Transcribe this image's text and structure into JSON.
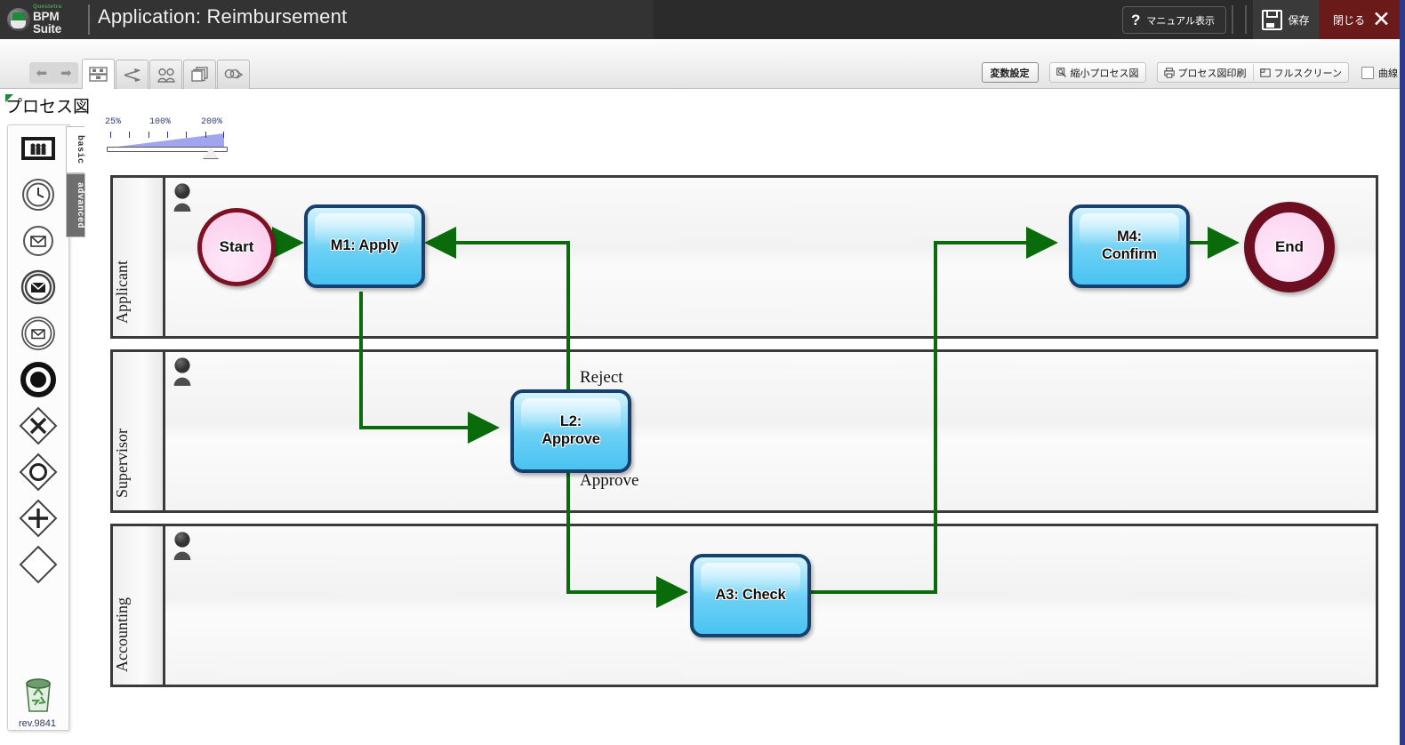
{
  "header": {
    "logo_small": "Questetra",
    "logo_large": "BPM Suite",
    "app_title": "Application: Reimbursement",
    "manual_button": "マニュアル表示",
    "manual_icon": "question-mark-icon",
    "save_button": "保存",
    "save_icon": "floppy-disk-icon",
    "close_button": "閉じる",
    "close_icon": "close-x-icon",
    "bg_color": "#2b2b2b",
    "close_color": "#6b1a1a"
  },
  "toolbar": {
    "undo_icon": "undo-arrow-icon",
    "redo_icon": "redo-arrow-icon",
    "tabs": [
      {
        "icon": "swimlane-process-icon",
        "active": true
      },
      {
        "icon": "branch-flow-icon",
        "active": false
      },
      {
        "icon": "users-group-icon",
        "active": false
      },
      {
        "icon": "copy-layers-icon",
        "active": false
      },
      {
        "icon": "comment-note-icon",
        "active": false
      }
    ],
    "variable_settings": "変数設定",
    "mini_map": "縮小プロセス図",
    "mini_map_icon": "magnifier-icon",
    "print": "プロセス図印刷",
    "print_icon": "printer-icon",
    "fullscreen": "フルスクリーン",
    "fullscreen_icon": "expand-icon",
    "curve_label": "曲線",
    "curve_checked": false
  },
  "panel": {
    "title": "プロセス図"
  },
  "zoom": {
    "ticks": [
      "25%",
      "100%",
      "200%"
    ],
    "value": "200%"
  },
  "palette": {
    "items": [
      {
        "name": "swimlane-pool-icon"
      },
      {
        "name": "timer-event-icon"
      },
      {
        "name": "message-start-event-icon"
      },
      {
        "name": "message-intermediate-event-icon"
      },
      {
        "name": "message-end-event-icon"
      },
      {
        "name": "terminate-end-event-icon"
      },
      {
        "name": "exclusive-gateway-icon"
      },
      {
        "name": "complex-gateway-icon"
      },
      {
        "name": "parallel-gateway-icon"
      },
      {
        "name": "inclusive-gateway-icon"
      }
    ],
    "tabs": [
      {
        "label": "basic",
        "active": true
      },
      {
        "label": "advanced",
        "active": false
      }
    ],
    "trash_icon": "recycle-trash-icon",
    "revision": "rev.9841"
  },
  "diagram": {
    "lanes": [
      {
        "label": "Applicant",
        "actor_icon": "person-icon"
      },
      {
        "label": "Supervisor",
        "actor_icon": "person-icon"
      },
      {
        "label": "Accounting",
        "actor_icon": "person-icon"
      }
    ],
    "nodes": [
      {
        "id": "start",
        "label": "Start",
        "type": "start-event",
        "lane": "Applicant"
      },
      {
        "id": "m1",
        "label": "M1: Apply",
        "type": "task",
        "lane": "Applicant"
      },
      {
        "id": "m4",
        "label": "M4:\nConfirm",
        "line1": "M4:",
        "line2": "Confirm",
        "type": "task",
        "lane": "Applicant"
      },
      {
        "id": "end",
        "label": "End",
        "type": "end-event",
        "lane": "Applicant"
      },
      {
        "id": "l2",
        "label": "L2:\nApprove",
        "line1": "L2:",
        "line2": "Approve",
        "type": "task",
        "lane": "Supervisor"
      },
      {
        "id": "a3",
        "label": "A3: Check",
        "type": "task",
        "lane": "Accounting"
      }
    ],
    "flow_labels": [
      {
        "text": "Reject"
      },
      {
        "text": "Approve"
      }
    ],
    "flow_color": "#0a6b0a"
  }
}
